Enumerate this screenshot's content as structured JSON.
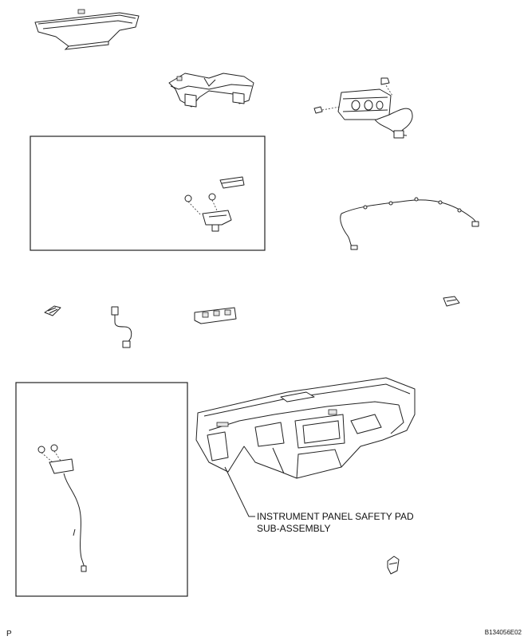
{
  "labels": {
    "safety_pad_line1": "INSTRUMENT PANEL SAFETY PAD",
    "safety_pad_line2": "SUB-ASSEMBLY",
    "corner_marker": "P",
    "figure_code": "B134056E02"
  },
  "icons": {
    "defroster_garnish": "defroster-nozzle-garnish-icon",
    "defroster_duct": "defroster-duct-icon",
    "airbag": "passenger-airbag-assembly-icon",
    "harness": "wire-harness-icon",
    "safety_pad": "instrument-panel-safety-pad-icon"
  }
}
